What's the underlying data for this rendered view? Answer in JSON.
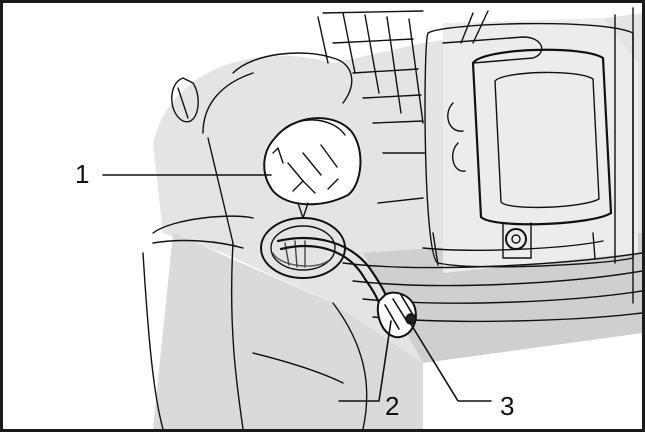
{
  "figure": {
    "callouts": [
      {
        "number": "1",
        "part": "fuel-cap"
      },
      {
        "number": "2",
        "part": "fuel-line"
      },
      {
        "number": "3",
        "part": "fuel-filter"
      }
    ],
    "colors": {
      "line": "#111111",
      "shade": "#d2d2d2",
      "shade_dark": "#b4b4b4",
      "background": "#ffffff"
    }
  }
}
